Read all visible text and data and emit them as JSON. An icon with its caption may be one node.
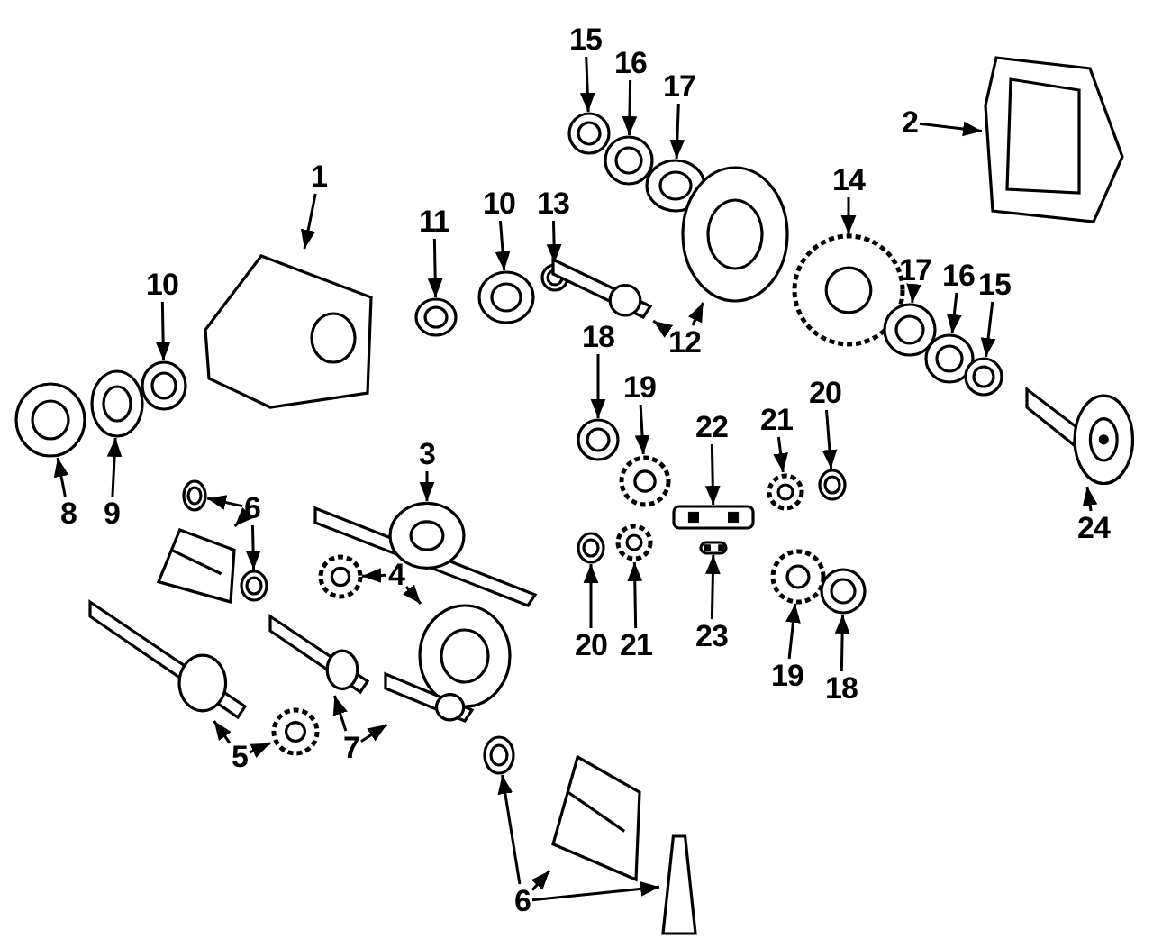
{
  "diagram": {
    "nodes": [
      {
        "text": [
          "15"
        ]
      },
      {
        "text": [],
        "shape": "picture"
      },
      {
        "text": [
          "16"
        ]
      },
      {
        "text": [],
        "shape": "picture"
      },
      {
        "text": [
          "17"
        ]
      },
      {
        "text": [],
        "shape": "picture"
      },
      {
        "text": [
          "2"
        ]
      },
      {
        "text": [],
        "shape": "picture"
      },
      {
        "text": [
          "1"
        ]
      },
      {
        "text": [],
        "shape": "picture"
      },
      {
        "text": [
          "11"
        ]
      },
      {
        "text": [],
        "shape": "picture"
      },
      {
        "text": [
          "10"
        ]
      },
      {
        "text": [],
        "shape": "picture"
      },
      {
        "text": [
          "13"
        ]
      },
      {
        "text": [],
        "shape": "picture"
      },
      {
        "text": [
          "14"
        ]
      },
      {
        "text": [],
        "shape": "picture"
      },
      {
        "text": [
          "12"
        ]
      },
      {
        "text": [],
        "shape": "picture"
      },
      {
        "text": [],
        "shape": "picture"
      },
      {
        "text": [
          "17"
        ]
      },
      {
        "text": [],
        "shape": "picture"
      },
      {
        "text": [
          "16"
        ]
      },
      {
        "text": [],
        "shape": "picture"
      },
      {
        "text": [
          "15"
        ]
      },
      {
        "text": [],
        "shape": "picture"
      },
      {
        "text": [
          "10"
        ]
      },
      {
        "text": [],
        "shape": "picture"
      },
      {
        "text": [
          "8"
        ]
      },
      {
        "text": [],
        "shape": "picture"
      },
      {
        "text": [
          "9"
        ]
      },
      {
        "text": [],
        "shape": "picture"
      },
      {
        "text": [
          "18"
        ]
      },
      {
        "text": [],
        "shape": "picture"
      },
      {
        "text": [
          "19"
        ]
      },
      {
        "text": [],
        "shape": "picture"
      },
      {
        "text": [
          "22"
        ]
      },
      {
        "text": [],
        "shape": "picture"
      },
      {
        "text": [
          "21"
        ]
      },
      {
        "text": [],
        "shape": "picture"
      },
      {
        "text": [
          "20"
        ]
      },
      {
        "text": [],
        "shape": "picture"
      },
      {
        "text": [
          "3"
        ]
      },
      {
        "text": [],
        "shape": "picture"
      },
      {
        "text": [
          "24"
        ]
      },
      {
        "text": [],
        "shape": "picture"
      },
      {
        "text": [
          "6"
        ]
      },
      {
        "text": [],
        "shape": "picture"
      },
      {
        "text": [],
        "shape": "picture"
      },
      {
        "text": [],
        "shape": "picture"
      },
      {
        "text": [
          "4"
        ]
      },
      {
        "text": [],
        "shape": "picture"
      },
      {
        "text": [],
        "shape": "picture"
      },
      {
        "text": [
          "20"
        ]
      },
      {
        "text": [],
        "shape": "picture"
      },
      {
        "text": [
          "21"
        ]
      },
      {
        "text": [],
        "shape": "picture"
      },
      {
        "text": [
          "23"
        ]
      },
      {
        "text": [],
        "shape": "picture"
      },
      {
        "text": [
          "19"
        ]
      },
      {
        "text": [],
        "shape": "picture"
      },
      {
        "text": [
          "18"
        ]
      },
      {
        "text": [],
        "shape": "picture"
      },
      {
        "text": [
          "5"
        ]
      },
      {
        "text": [],
        "shape": "picture"
      },
      {
        "text": [],
        "shape": "picture"
      },
      {
        "text": [
          "7"
        ]
      },
      {
        "text": [],
        "shape": "picture"
      },
      {
        "text": [],
        "shape": "picture"
      },
      {
        "text": [
          "6"
        ]
      },
      {
        "text": [],
        "shape": "picture"
      },
      {
        "text": [],
        "shape": "picture"
      },
      {
        "text": [],
        "shape": "picture"
      }
    ],
    "edges": [
      {
        "from": 0,
        "to": 1,
        "arrow": "to"
      },
      {
        "from": 2,
        "to": 3,
        "arrow": "to"
      },
      {
        "from": 4,
        "to": 5,
        "arrow": "to"
      },
      {
        "from": 6,
        "to": 7,
        "arrow": "to"
      },
      {
        "from": 8,
        "to": 9,
        "arrow": "to"
      },
      {
        "from": 10,
        "to": 11,
        "arrow": "to"
      },
      {
        "from": 12,
        "to": 13,
        "arrow": "to"
      },
      {
        "from": 14,
        "to": 15,
        "arrow": "to"
      },
      {
        "from": 16,
        "to": 17,
        "arrow": "to"
      },
      {
        "from": 18,
        "to": 19,
        "arrow": "to"
      },
      {
        "from": 18,
        "to": 20,
        "arrow": "to"
      },
      {
        "from": 21,
        "to": 22,
        "arrow": "to"
      },
      {
        "from": 23,
        "to": 24,
        "arrow": "to"
      },
      {
        "from": 25,
        "to": 26,
        "arrow": "to"
      },
      {
        "from": 27,
        "to": 28,
        "arrow": "to"
      },
      {
        "from": 29,
        "to": 30,
        "arrow": "to"
      },
      {
        "from": 31,
        "to": 32,
        "arrow": "to"
      },
      {
        "from": 33,
        "to": 34,
        "arrow": "to"
      },
      {
        "from": 35,
        "to": 36,
        "arrow": "to"
      },
      {
        "from": 37,
        "to": 38,
        "arrow": "to"
      },
      {
        "from": 39,
        "to": 40,
        "arrow": "to"
      },
      {
        "from": 41,
        "to": 42,
        "arrow": "to"
      },
      {
        "from": 43,
        "to": 44,
        "arrow": "to"
      },
      {
        "from": 45,
        "to": 46,
        "arrow": "to"
      },
      {
        "from": 47,
        "to": 48,
        "arrow": "to"
      },
      {
        "from": 47,
        "to": 49,
        "arrow": "to"
      },
      {
        "from": 47,
        "to": 50,
        "arrow": "to"
      },
      {
        "from": 51,
        "to": 52,
        "arrow": "to"
      },
      {
        "from": 51,
        "to": 53,
        "arrow": "to"
      },
      {
        "from": 54,
        "to": 55,
        "arrow": "to"
      },
      {
        "from": 56,
        "to": 57,
        "arrow": "to"
      },
      {
        "from": 58,
        "to": 59,
        "arrow": "to"
      },
      {
        "from": 60,
        "to": 61,
        "arrow": "to"
      },
      {
        "from": 62,
        "to": 63,
        "arrow": "to"
      },
      {
        "from": 64,
        "to": 65,
        "arrow": "to"
      },
      {
        "from": 64,
        "to": 66,
        "arrow": "to"
      },
      {
        "from": 67,
        "to": 68,
        "arrow": "to"
      },
      {
        "from": 67,
        "to": 69,
        "arrow": "to"
      },
      {
        "from": 70,
        "to": 71,
        "arrow": "to"
      },
      {
        "from": 70,
        "to": 72,
        "arrow": "to"
      },
      {
        "from": 70,
        "to": 73,
        "arrow": "to"
      }
    ]
  }
}
